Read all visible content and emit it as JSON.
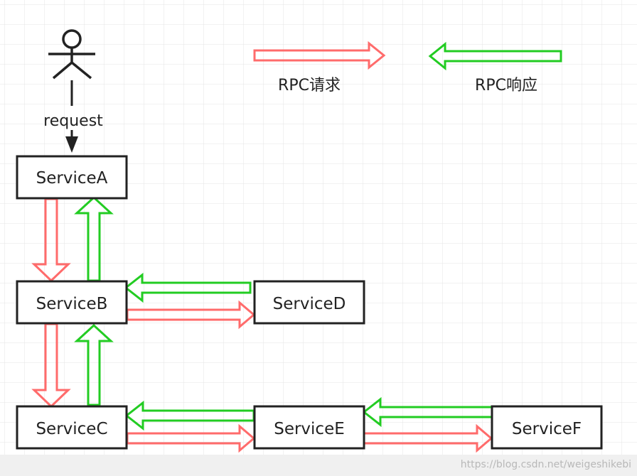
{
  "legend": {
    "request_label": "RPC请求",
    "response_label": "RPC响应",
    "request_color": "#ff6b6b",
    "response_color": "#22cc22"
  },
  "actor": {
    "label": "request"
  },
  "services": {
    "a": "ServiceA",
    "b": "ServiceB",
    "c": "ServiceC",
    "d": "ServiceD",
    "e": "ServiceE",
    "f": "ServiceF"
  },
  "watermark": "https://blog.csdn.net/weigeshikebi"
}
